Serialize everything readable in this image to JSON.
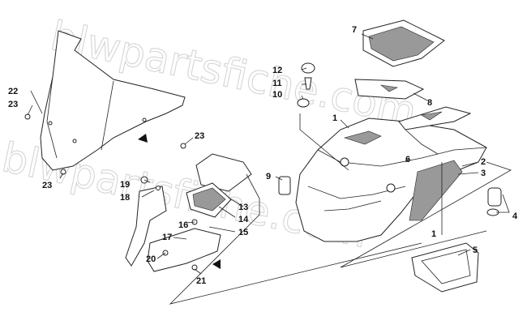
{
  "watermark": "blwpartsfiche.com",
  "callouts": {
    "c1a": "1",
    "c1b": "1",
    "c2": "2",
    "c3": "3",
    "c4": "4",
    "c5": "5",
    "c6": "6",
    "c7": "7",
    "c8": "8",
    "c9": "9",
    "c10": "10",
    "c11": "11",
    "c12": "12",
    "c13": "13",
    "c14": "14",
    "c15": "15",
    "c16": "16",
    "c17": "17",
    "c18": "18",
    "c19": "19",
    "c20": "20",
    "c21": "21",
    "c22": "22",
    "c23a": "23",
    "c23b": "23",
    "c23c": "23"
  }
}
